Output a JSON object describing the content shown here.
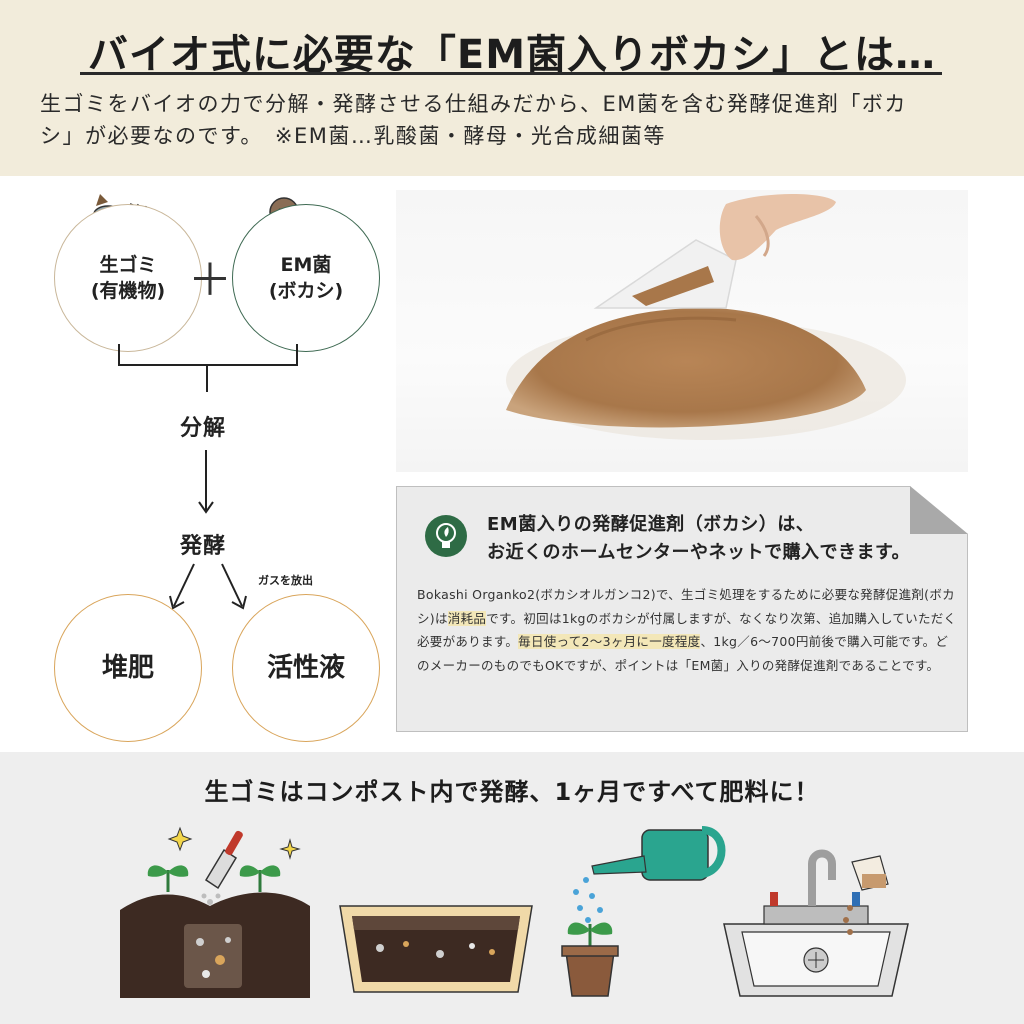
{
  "header": {
    "title": "バイオ式に必要な「EM菌入りボカシ」とは…",
    "intro_line1": "生ゴミをバイオの力で分解・発酵させる仕組みだから、EM菌を含む発酵促進剤「ボカ",
    "intro_line2": "シ」が必要なのです。　※EM菌…乳酸菌・酵母・光合成細菌等"
  },
  "diagram": {
    "raw_line1": "生ゴミ",
    "raw_line2": "(有機物)",
    "plus": "＋",
    "em_line1": "EM菌",
    "em_line2": "(ボカシ)",
    "step1": "分解",
    "step2": "発酵",
    "gas": "ガスを放出",
    "result1": "堆肥",
    "result2": "活性液"
  },
  "note": {
    "head_line1": "EM菌入りの発酵促進剤（ボカシ）は、",
    "head_line2": "お近くのホームセンターやネットで購入できます。",
    "body_part1": "Bokashi Organko2(ボカシオルガンコ2)で、生ゴミ処理をするために必要な発酵促進剤(ボカシ)は",
    "body_hl1": "消耗品",
    "body_part2": "です。初回は1kgのボカシが付属しますが、なくなり次第、追加購入していただく必要があります。",
    "body_hl2": "毎日使って2〜3ヶ月に一度程度",
    "body_part3": "、1kg／6〜700円前後で購入可能です。どのメーカーのものでもOKですが、ポイントは「EM菌」入りの発酵促進剤であることです。"
  },
  "bottom": {
    "title": "生ゴミはコンポスト内で発酵、1ヶ月ですべて肥料に！"
  },
  "colors": {
    "header_bg": "#f2ecdb",
    "accent_green": "#2e6b45",
    "circle_brown": "#c9b79a",
    "circle_orange": "#d9a55b",
    "highlight": "#f3e7b8"
  }
}
